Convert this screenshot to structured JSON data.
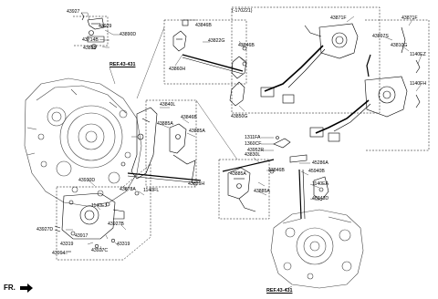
{
  "bracket_label": "(-170221)",
  "direction_label": "FR.",
  "part_labels": [
    {
      "id": "43927",
      "text": "43927"
    },
    {
      "id": "43929",
      "text": "43929"
    },
    {
      "id": "43890D",
      "text": "43890D"
    },
    {
      "id": "43714B",
      "text": "43714B"
    },
    {
      "id": "43838",
      "text": "43838"
    },
    {
      "id": "43846B_top",
      "text": "43846B"
    },
    {
      "id": "43822G",
      "text": "43822G"
    },
    {
      "id": "43860H",
      "text": "43860H"
    },
    {
      "id": "43846B_mid",
      "text": "43846B"
    },
    {
      "id": "43850G",
      "text": "43850G"
    },
    {
      "id": "43871F_bracket",
      "text": "43871F"
    },
    {
      "id": "43871F",
      "text": "43871F"
    },
    {
      "id": "43897S",
      "text": "43897S"
    },
    {
      "id": "43810G",
      "text": "43810G"
    },
    {
      "id": "1140EZ",
      "text": "1140EZ"
    },
    {
      "id": "1140FH",
      "text": "1140FH"
    },
    {
      "id": "43840L",
      "text": "43840L"
    },
    {
      "id": "43885A_1",
      "text": "43885A"
    },
    {
      "id": "43846B_2",
      "text": "43846B"
    },
    {
      "id": "43885A_2",
      "text": "43885A"
    },
    {
      "id": "43821H",
      "text": "43821H"
    },
    {
      "id": "43878A",
      "text": "43878A"
    },
    {
      "id": "1140FL",
      "text": "1140FL"
    },
    {
      "id": "1311FA",
      "text": "1311FA"
    },
    {
      "id": "1360CF",
      "text": "1360CF"
    },
    {
      "id": "43952R",
      "text": "43952R"
    },
    {
      "id": "43830L",
      "text": "43830L"
    },
    {
      "id": "45286A",
      "text": "45286A"
    },
    {
      "id": "43846B_3",
      "text": "43846B"
    },
    {
      "id": "45940B",
      "text": "45940B"
    },
    {
      "id": "43885A_3",
      "text": "43885A"
    },
    {
      "id": "43885A_4",
      "text": "43885A"
    },
    {
      "id": "1140EA",
      "text": "1140EA"
    },
    {
      "id": "46343D",
      "text": "46343D"
    },
    {
      "id": "43930D",
      "text": "43930D"
    },
    {
      "id": "1140EJ",
      "text": "1140EJ"
    },
    {
      "id": "43927D",
      "text": "43927D"
    },
    {
      "id": "43917",
      "text": "43917"
    },
    {
      "id": "43927B",
      "text": "43927B"
    },
    {
      "id": "43319_1",
      "text": "43319"
    },
    {
      "id": "43319_2",
      "text": "43319"
    },
    {
      "id": "43994",
      "text": "43994"
    },
    {
      "id": "43927C",
      "text": "43927C"
    }
  ],
  "references": [
    {
      "id": "ref_top",
      "text": "REF.43-431"
    },
    {
      "id": "ref_bottom",
      "text": "REF.43-431"
    }
  ]
}
